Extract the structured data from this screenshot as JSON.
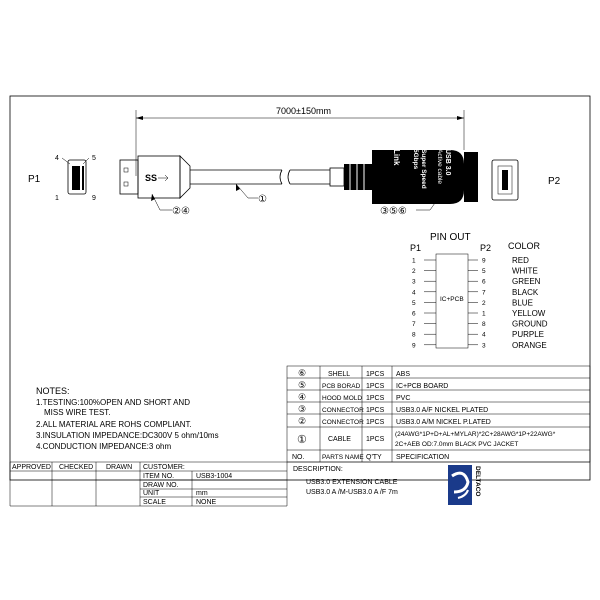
{
  "dimension": "7000±150mm",
  "labels": {
    "p1": "P1",
    "p2": "P2",
    "pin4": "4",
    "pin5": "5",
    "pin1": "1",
    "pin9": "9",
    "callout_left": "②④",
    "callout_cable": "①",
    "callout_right": "③⑤⑥",
    "plug_logo": "SS",
    "rep_text_1": "USB 3.0",
    "rep_text_2": "Active cable",
    "rep_text_3": "Super Speed",
    "rep_text_4": "5Gbps",
    "rep_text_5": "Link"
  },
  "pinout": {
    "title": "PIN OUT",
    "p1_header": "P1",
    "p2_header": "P2",
    "color_header": "COLOR",
    "pcb_label": "IC+PCB",
    "rows": [
      {
        "p1": "1",
        "p2": "9",
        "color": "RED"
      },
      {
        "p1": "2",
        "p2": "5",
        "color": "WHITE"
      },
      {
        "p1": "3",
        "p2": "6",
        "color": "GREEN"
      },
      {
        "p1": "4",
        "p2": "7",
        "color": "BLACK"
      },
      {
        "p1": "5",
        "p2": "2",
        "color": "BLUE"
      },
      {
        "p1": "6",
        "p2": "1",
        "color": "YELLOW"
      },
      {
        "p1": "7",
        "p2": "8",
        "color": "GROUND"
      },
      {
        "p1": "8",
        "p2": "4",
        "color": "PURPLE"
      },
      {
        "p1": "9",
        "p2": "3",
        "color": "ORANGE"
      }
    ]
  },
  "notes": {
    "title": "NOTES:",
    "lines": [
      "1.TESTING:100%OPEN AND SHORT AND",
      "MISS WIRE TEST.",
      "2.ALL MATERIAL ARE ROHS COMPLIANT.",
      "3.INSULATION IMPEDANCE:DC300V 5 ohm/10ms",
      "4.CONDUCTION IMPEDANCE:3 ohm"
    ]
  },
  "bom": {
    "rows": [
      {
        "no": "⑥",
        "name": "SHELL",
        "qty": "1PCS",
        "spec": "ABS"
      },
      {
        "no": "⑤",
        "name": "PCB BORAD",
        "qty": "1PCS",
        "spec": "IC+PCB BOARD"
      },
      {
        "no": "④",
        "name": "HOOD MOLD",
        "qty": "1PCS",
        "spec": "PVC"
      },
      {
        "no": "③",
        "name": "CONNECTOR",
        "qty": "1PCS",
        "spec": "USB3.0 A/F NICKEL PLATED"
      },
      {
        "no": "②",
        "name": "CONNECTOR",
        "qty": "1PCS",
        "spec": "USB3.0 A/M NICKEL P.LATED"
      },
      {
        "no": "①",
        "name": "CABLE",
        "qty": "1PCS",
        "spec": "(24AWG*1P+D+AL+MYLAR)*2C+28AWG*1P+22AWG*",
        "spec2": "2C+AEB OD:7.0mm BLACK PVC JACKET"
      }
    ],
    "header": {
      "no": "NO.",
      "name": "PARTS NAME",
      "qty": "Q'TY",
      "spec": "SPECIFICATION"
    }
  },
  "title_block": {
    "approved": "APPROVED",
    "checked": "CHECKED",
    "drawn": "DRAWN",
    "customer_label": "CUSTOMER:",
    "item_label": "ITEM NO.",
    "item_value": "USB3-1004",
    "drawno_label": "DRAW NO.",
    "unit_label": "UNIT",
    "unit_value": "mm",
    "scale_label": "SCALE",
    "scale_value": "NONE",
    "description_label": "DESCRIPTION:",
    "description_1": "USB3.0 EXTENSION CABLE",
    "description_2": "USB3.0 A /M-USB3.0 A /F  7m",
    "brand": "DELTACO"
  },
  "colors": {
    "line": "#000000",
    "logo": "#1a3a8a"
  }
}
